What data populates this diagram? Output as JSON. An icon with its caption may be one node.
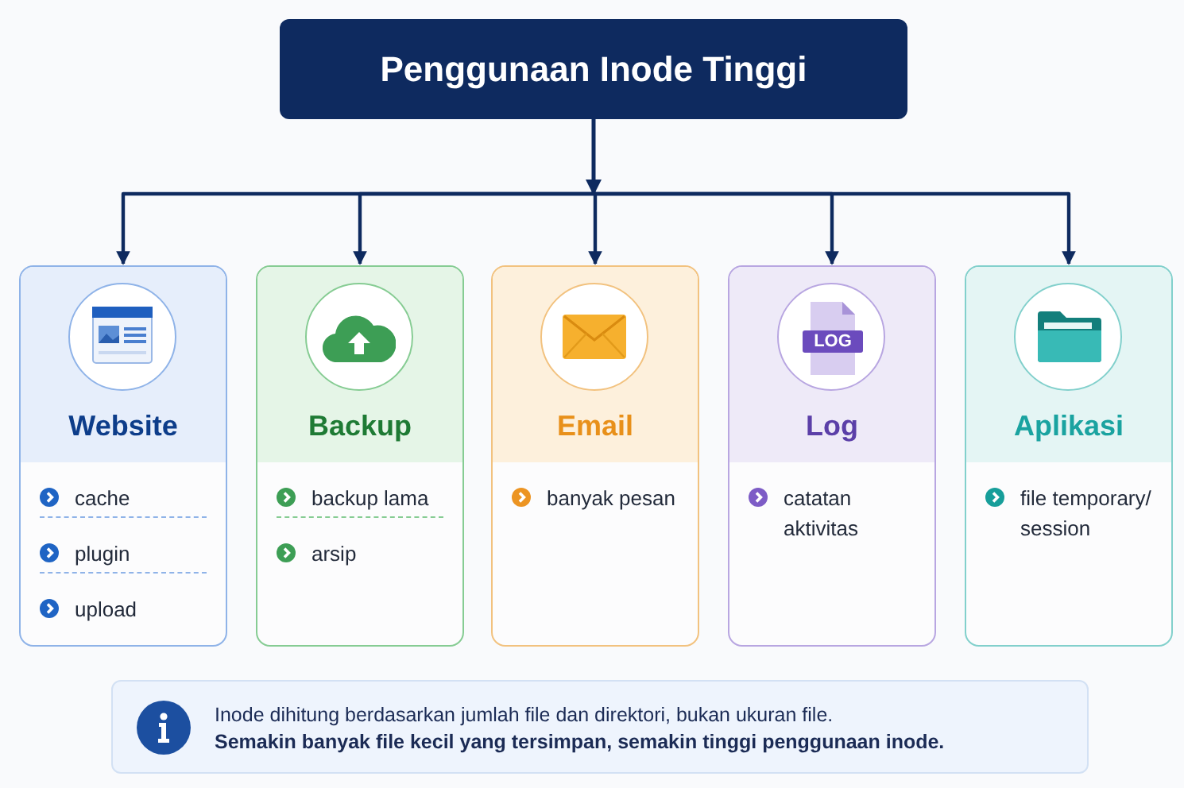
{
  "diagram": {
    "nodes": [
      {
        "text": [
          "Penggunaan Inode Tinggi"
        ]
      },
      {
        "text": [
          "Website",
          "cache",
          "plugin",
          "upload"
        ]
      },
      {
        "text": [
          "Backup",
          "backup lama",
          "arsip"
        ]
      },
      {
        "text": [
          "Email",
          "banyak pesan"
        ]
      },
      {
        "text": [
          "Log",
          "catatan aktivitas"
        ]
      },
      {
        "text": [
          "Aplikasi",
          "file temporary/ session"
        ]
      },
      {
        "text": [
          "Inode dihitung berdasarkan jumlah file dan direktori, bukan ukuran file.",
          "Semakin banyak file kecil yang tersimpan, semakin tinggi penggunaan inode."
        ]
      }
    ],
    "edges": [
      {
        "from": 0,
        "to": 1,
        "arrow": "to"
      },
      {
        "from": 0,
        "to": 2,
        "arrow": "to"
      },
      {
        "from": 0,
        "to": 3,
        "arrow": "to"
      },
      {
        "from": 0,
        "to": 4,
        "arrow": "to"
      },
      {
        "from": 0,
        "to": 5,
        "arrow": "to"
      }
    ],
    "labels": [
      "LOG"
    ]
  }
}
